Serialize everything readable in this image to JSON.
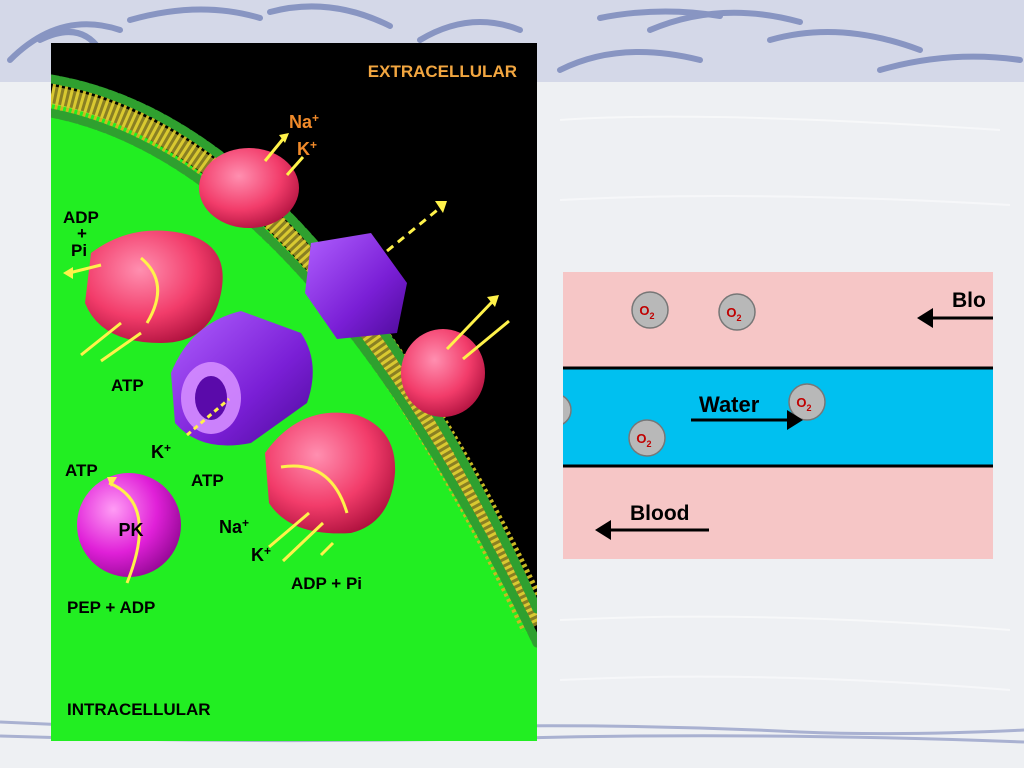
{
  "membrane_diagram": {
    "extracellular_label": "EXTRACELLULAR",
    "intracellular_label": "INTRACELLULAR",
    "pump_top": {
      "ion1": "Na",
      "ion2": "K",
      "charge": "+"
    },
    "left_pump": {
      "top_label_1": "ADP",
      "top_label_2": "+",
      "top_label_3": "Pi",
      "bottom_label": "ATP"
    },
    "channel_label": {
      "ion": "K",
      "charge": "+"
    },
    "pk": {
      "label": "PK",
      "top_label": "ATP",
      "bottom_label": "PEP + ADP"
    },
    "bottom_pump": {
      "top_label": "ATP",
      "ion1": "Na",
      "ion2": "K",
      "charge": "+",
      "bottom_label": "ADP + Pi"
    }
  },
  "gill_diagram": {
    "blood_top_label": "Blo",
    "water_label": "Water",
    "blood_bottom_label": "Blood",
    "oxygen_label": "O",
    "oxygen_subscript": "2",
    "colors": {
      "blood": "#f6c6c6",
      "water": "#00c0f0",
      "oxygen": "#b8b8b8"
    }
  }
}
